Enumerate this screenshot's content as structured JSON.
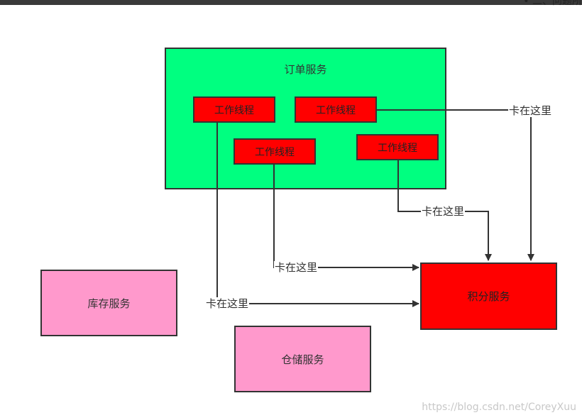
{
  "header": {
    "partial_text": "• 二、问题所"
  },
  "diagram": {
    "order_service": {
      "label": "订单服务"
    },
    "threads": [
      {
        "label": "工作线程"
      },
      {
        "label": "工作线程"
      },
      {
        "label": "工作线程"
      },
      {
        "label": "工作线程"
      }
    ],
    "inventory_service": {
      "label": "库存服务"
    },
    "warehouse_service": {
      "label": "仓储服务"
    },
    "points_service": {
      "label": "积分服务"
    },
    "stuck_labels": [
      "卡在这里",
      "卡在这里",
      "卡在这里",
      "卡在这里"
    ]
  },
  "watermark": "https://blog.csdn.net/CoreyXuu",
  "colors": {
    "order_service_fill": "#00ff80",
    "thread_fill": "#ff0000",
    "points_fill": "#ff0000",
    "pink_fill": "#ff99cc",
    "line": "#333333"
  }
}
